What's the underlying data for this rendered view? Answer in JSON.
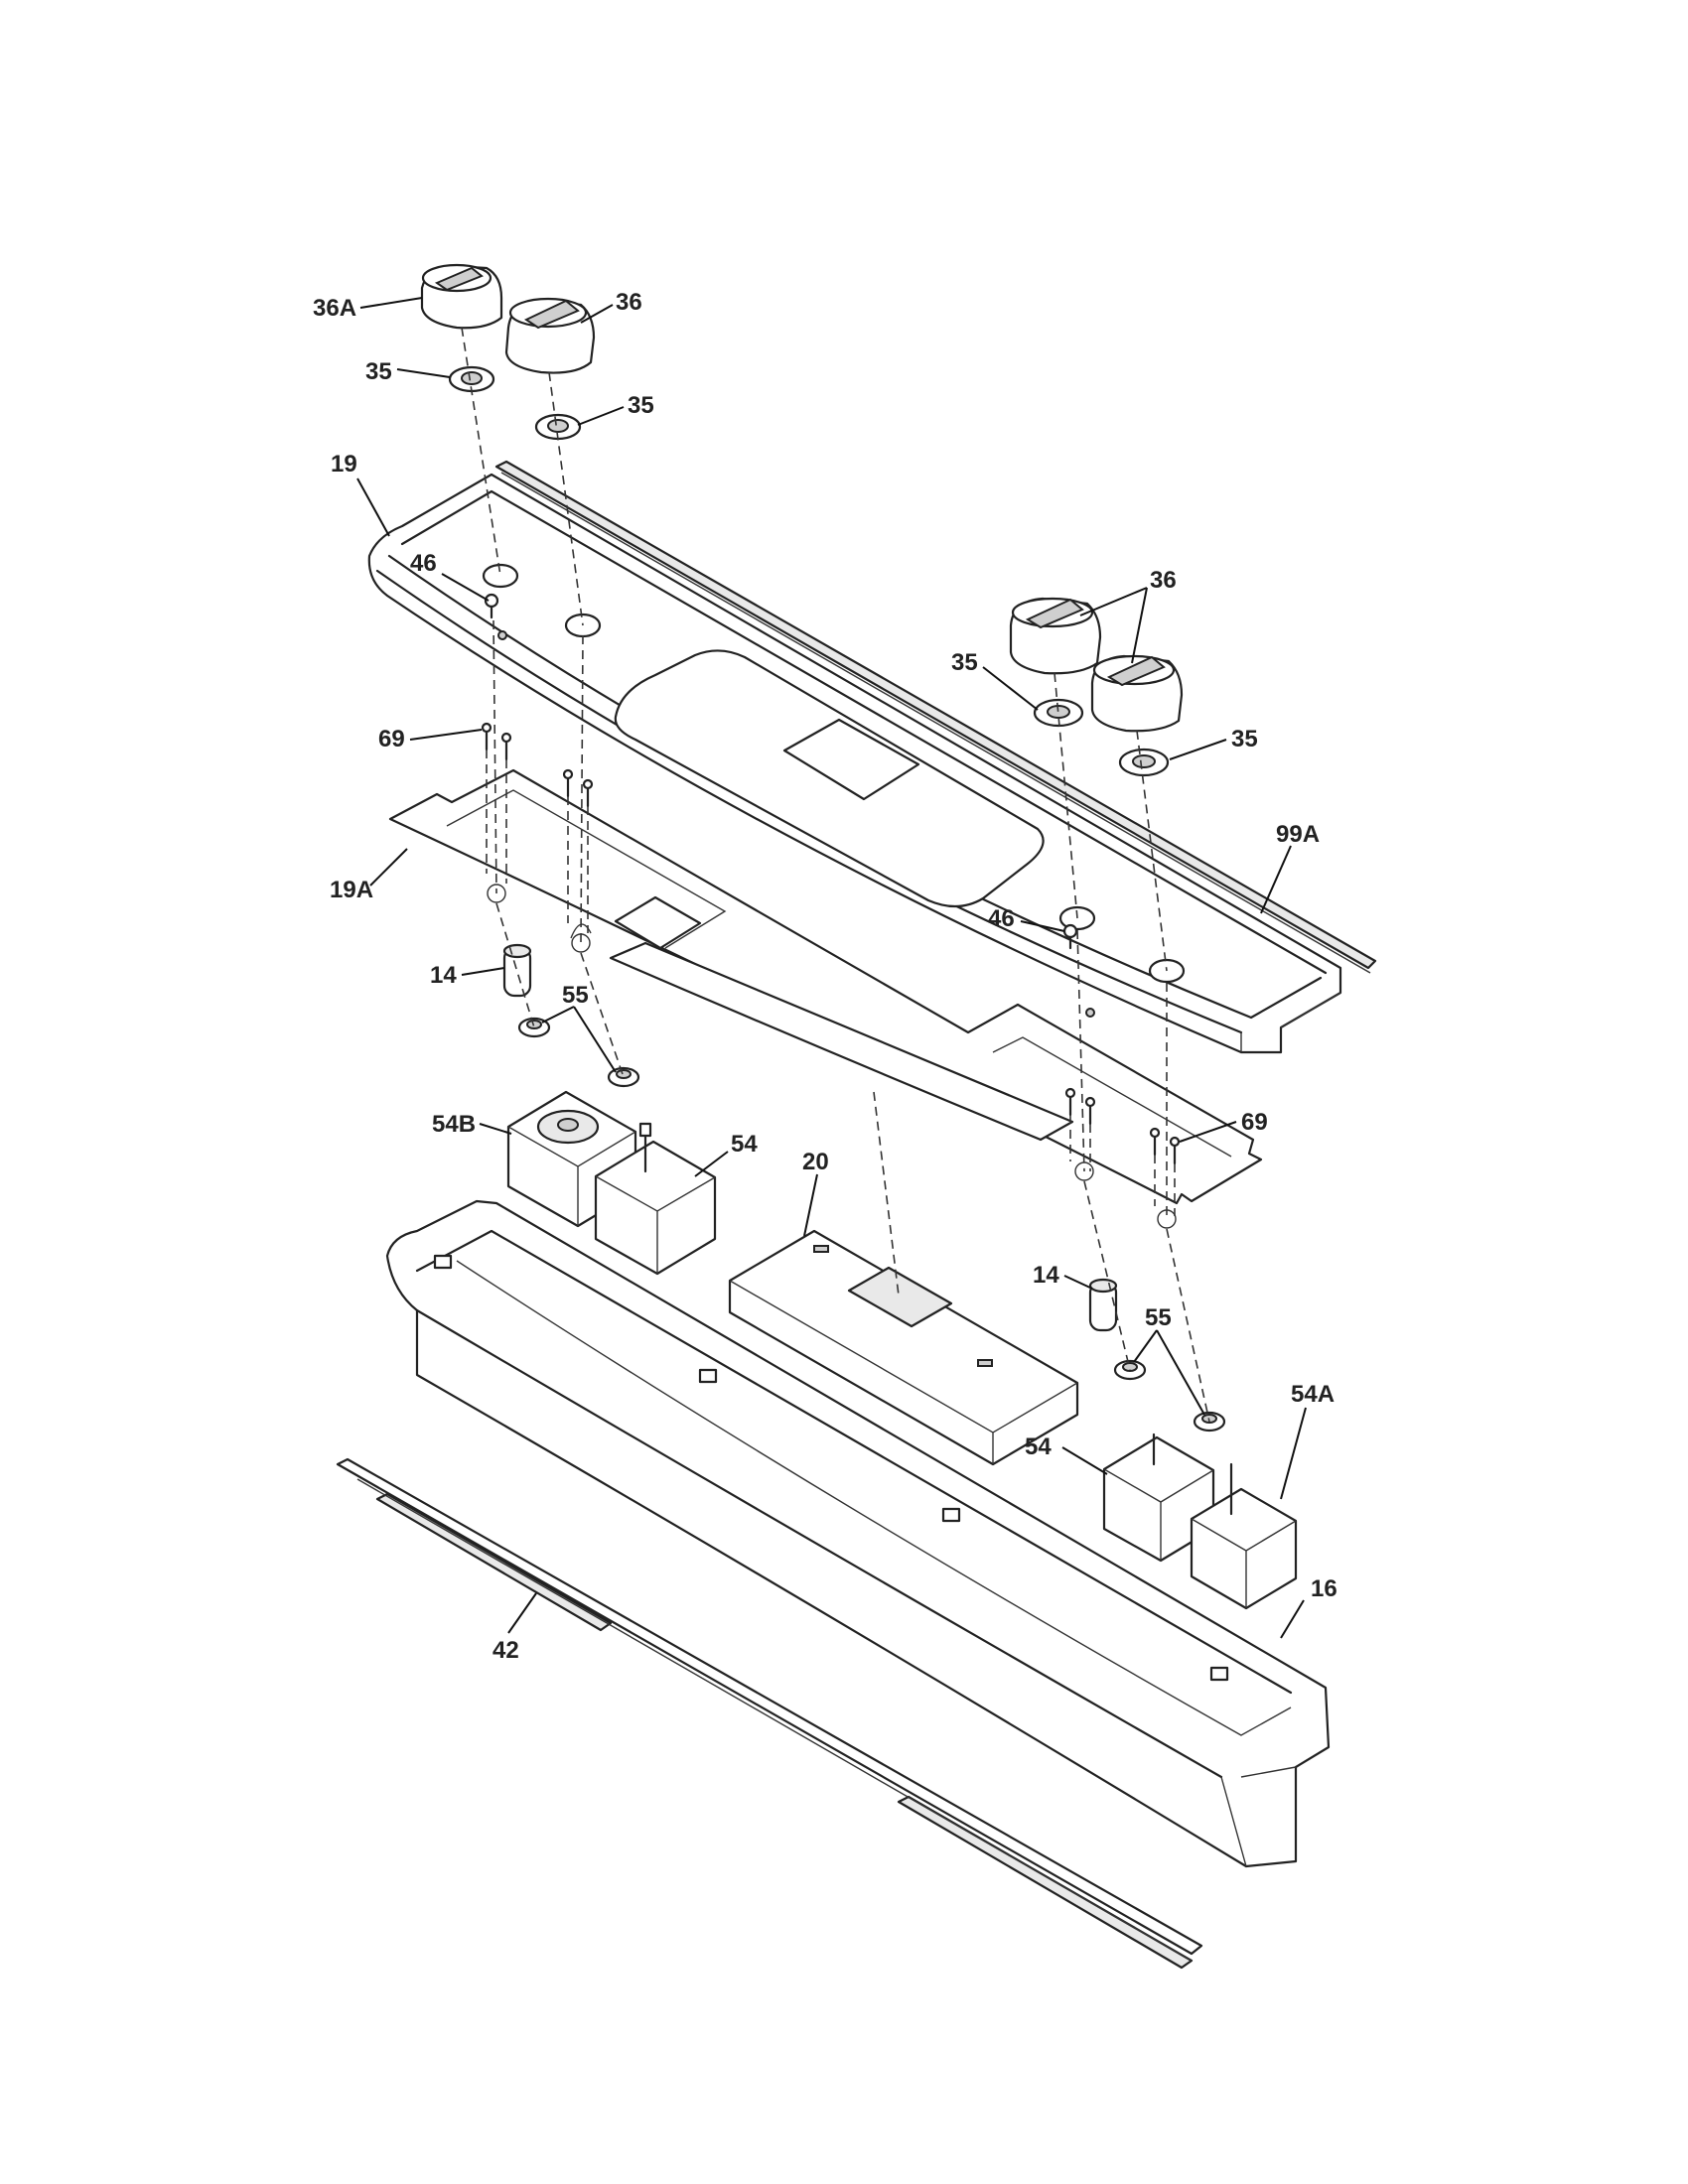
{
  "callouts": {
    "c36A": "36A",
    "c36_top": "36",
    "c35_tl": "35",
    "c35_tr": "35",
    "c19": "19",
    "c46_l": "46",
    "c36_right": "36",
    "c35_rl": "35",
    "c35_rr": "35",
    "c69_l": "69",
    "c99A": "99A",
    "c19A": "19A",
    "c46_r": "46",
    "c14_l": "14",
    "c55_l": "55",
    "c54B": "54B",
    "c54_l": "54",
    "c20": "20",
    "c69_r": "69",
    "c14_r": "14",
    "c55_r": "55",
    "c54A": "54A",
    "c54_r": "54",
    "c16": "16",
    "c42": "42"
  }
}
